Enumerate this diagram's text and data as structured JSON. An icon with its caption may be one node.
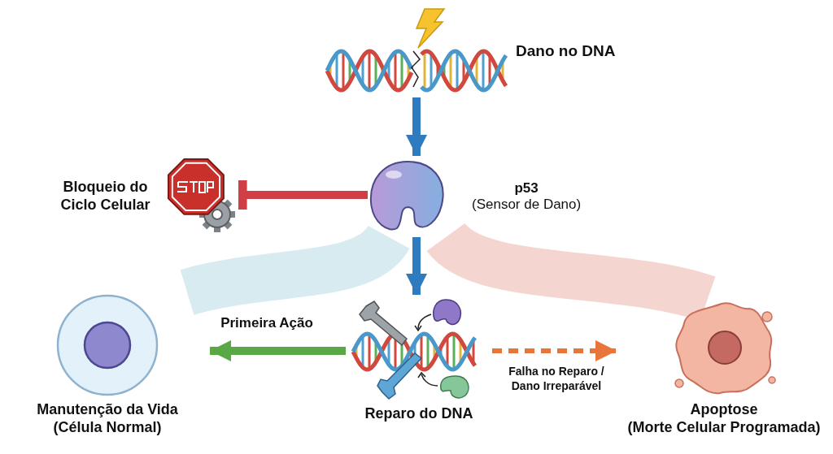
{
  "diagram": {
    "nodes": [
      {
        "text": [
          "Dano no DNA"
        ]
      },
      {
        "text": [
          "p53",
          "(Sensor de Dano)"
        ]
      },
      {
        "text": [
          "Bloqueio do Ciclo Celular"
        ]
      },
      {
        "text": [
          "Manutenção da Vida",
          "(Célula Normal)"
        ]
      },
      {
        "text": [
          "Reparo do DNA"
        ]
      },
      {
        "text": [
          "Apoptose",
          "(Morte Celular Programada)"
        ]
      }
    ],
    "edges": [
      {
        "from": 0,
        "to": 1,
        "arrow": "to",
        "color": "#2f7bbf"
      },
      {
        "from": 1,
        "to": 2,
        "arrow": "other",
        "color": "#cf3f45"
      },
      {
        "from": 1,
        "to": 4,
        "arrow": "to",
        "color": "#2f7bbf"
      },
      {
        "from": 4,
        "to": 3,
        "arrow": "to",
        "label": "Primeira Ação",
        "color": "#5aa845"
      },
      {
        "from": 4,
        "to": 5,
        "arrow": "to",
        "label": "Falha no Reparo / Dano Irreparável",
        "style": "dashed",
        "color": "#e8763a"
      },
      {
        "from": 1,
        "to": 3,
        "arrow": "none",
        "style": "thick",
        "color": "#a9d3de"
      },
      {
        "from": 1,
        "to": 5,
        "arrow": "none",
        "style": "thick",
        "color": "#e8a296"
      }
    ]
  }
}
